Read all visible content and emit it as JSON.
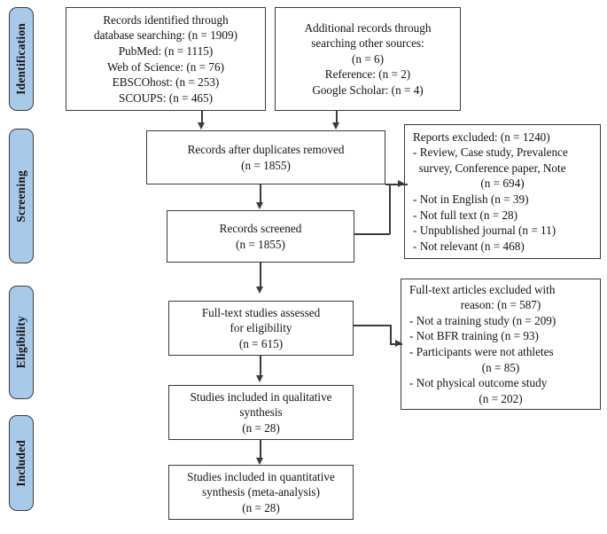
{
  "diagram": {
    "title": "PRISMA flow diagram",
    "type": "prisma-flow-chart",
    "colors": {
      "phase_pill_fill": "#a9c9e9",
      "stroke": "#3a3a3a",
      "box_fill": "#ffffff",
      "text": "#121212"
    }
  },
  "phases": [
    {
      "id": "identification",
      "label": "Identification"
    },
    {
      "id": "screening",
      "label": "Screening"
    },
    {
      "id": "eligibility",
      "label": "Eligibility"
    },
    {
      "id": "included",
      "label": "Included"
    }
  ],
  "boxes": {
    "identified_database": {
      "id": "records-identified-database",
      "lines": [
        "Records identified through",
        "database searching: (n = 1909)",
        "PubMed: (n = 1115)",
        "Web of Science: (n = 76)",
        "EBSCOhost: (n = 253)",
        "SCOUPS: (n = 465)"
      ]
    },
    "identified_other": {
      "id": "additional-records-other-sources",
      "lines": [
        "Additional records through",
        "searching other sources:",
        "(n = 6)",
        "Reference: (n = 2)",
        "Google Scholar: (n = 4)"
      ]
    },
    "duplicates_removed": {
      "id": "records-after-duplicates-removed",
      "lines": [
        "Records after duplicates removed",
        "(n = 1855)"
      ]
    },
    "records_screened": {
      "id": "records-screened",
      "lines": [
        "Records screened",
        "(n = 1855)"
      ]
    },
    "reports_excluded": {
      "id": "reports-excluded",
      "lines": [
        {
          "text": "Reports excluded: (n = 1240)",
          "style": "left"
        },
        {
          "text": "- Review, Case study, Prevalence",
          "style": "left"
        },
        {
          "text": "  survey, Conference paper, Note",
          "style": "left"
        },
        {
          "text": "(n = 694)",
          "style": "center"
        },
        {
          "text": "- Not in English (n = 39)",
          "style": "left"
        },
        {
          "text": "- Not full text (n = 28)",
          "style": "left"
        },
        {
          "text": "- Unpublished journal (n = 11)",
          "style": "left"
        },
        {
          "text": "- Not relevant (n = 468)",
          "style": "left"
        }
      ]
    },
    "fulltext_assessed": {
      "id": "full-text-studies-assessed",
      "lines": [
        "Full-text studies assessed",
        "for eligibility",
        "(n = 615)"
      ]
    },
    "fulltext_excluded": {
      "id": "full-text-articles-excluded",
      "lines": [
        {
          "text": "Full-text articles excluded with",
          "style": "left"
        },
        {
          "text": "reason: (n = 587)",
          "style": "center"
        },
        {
          "text": "- Not a training study (n = 209)",
          "style": "left"
        },
        {
          "text": "- Not BFR training (n = 93)",
          "style": "left"
        },
        {
          "text": "- Participants were not athletes",
          "style": "left"
        },
        {
          "text": "(n = 85)",
          "style": "center"
        },
        {
          "text": "- Not physical outcome study",
          "style": "left"
        },
        {
          "text": "(n = 202)",
          "style": "center"
        }
      ]
    },
    "qualitative_synthesis": {
      "id": "studies-included-qualitative",
      "lines": [
        "Studies included in qualitative",
        "synthesis",
        "(n = 28)"
      ]
    },
    "quantitative_synthesis": {
      "id": "studies-included-quantitative",
      "lines": [
        "Studies included in quantitative",
        "synthesis (meta-analysis)",
        "(n = 28)"
      ]
    }
  }
}
